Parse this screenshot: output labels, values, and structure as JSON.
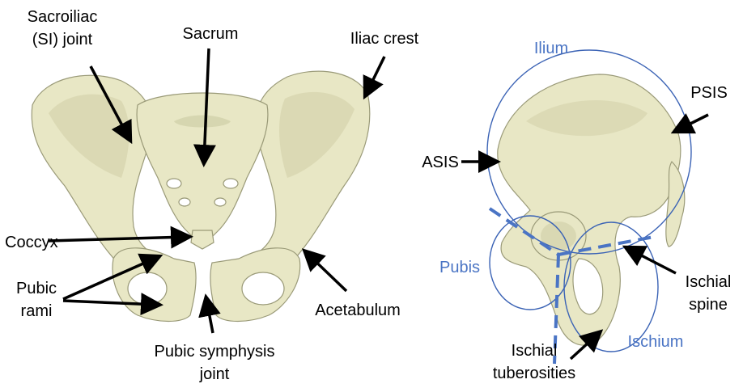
{
  "left_panel": {
    "labels": {
      "si_joint_line1": "Sacroiliac",
      "si_joint_line2": "(SI) joint",
      "sacrum": "Sacrum",
      "iliac_crest": "Iliac crest",
      "coccyx": "Coccyx",
      "pubic_rami_line1": "Pubic",
      "pubic_rami_line2": "rami",
      "acetabulum": "Acetabulum",
      "pubic_symphysis_line1": "Pubic symphysis",
      "pubic_symphysis_line2": "joint"
    }
  },
  "right_panel": {
    "region_labels": {
      "ilium": "Ilium",
      "pubis": "Pubis",
      "ischium": "Ischium"
    },
    "labels": {
      "asis": "ASIS",
      "psis": "PSIS",
      "ischial_spine_line1": "Ischial",
      "ischial_spine_line2": "spine",
      "ischial_tuberosities_line1": "Ischial",
      "ischial_tuberosities_line2": "tuberosities"
    }
  },
  "colors": {
    "bone": "#e8e7c5",
    "region_outline": "#3b63b5",
    "region_label": "#4a74c4",
    "arrow": "#000000"
  }
}
